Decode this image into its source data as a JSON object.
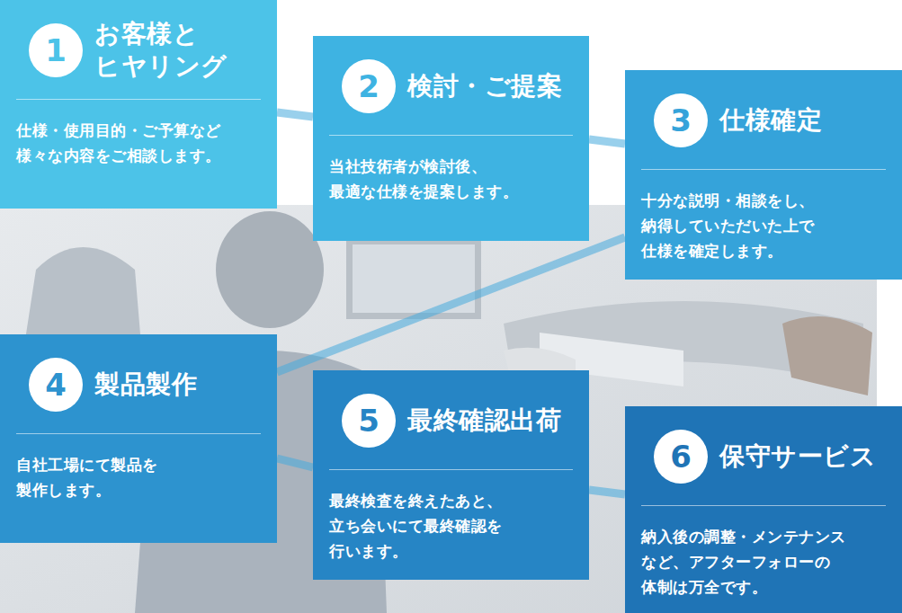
{
  "diagram": {
    "nodes": [
      {
        "text": [
          "お客様と ヒヤリング",
          "仕様・使用目的・ご予算など 様々な内容をご相談します。"
        ]
      },
      {
        "text": [
          "1"
        ],
        "in": 0
      },
      {
        "text": [
          "検討・ご提案",
          "当社技術者が検討後、 最適な仕様を提案します。"
        ]
      },
      {
        "text": [
          "2"
        ],
        "in": 2
      },
      {
        "text": [
          "仕様確定",
          "十分な説明・相談をし、 納得していただいた上で 仕様を確定します。"
        ]
      },
      {
        "text": [
          "3"
        ],
        "in": 4
      },
      {
        "text": [
          "製品製作",
          "自社工場にて製品を 製作します。"
        ]
      },
      {
        "text": [
          "4"
        ],
        "in": 6
      },
      {
        "text": [
          "最終確認出荷",
          "最終検査を終えたあと、 立ち会いにて最終確認を 行います。"
        ]
      },
      {
        "text": [
          "5"
        ],
        "in": 8
      },
      {
        "text": [
          "保守サービス",
          "納入後の調整・メンテナンス など、アフターフォローの 体制は万全です。"
        ]
      },
      {
        "text": [
          "6"
        ],
        "in": 10
      }
    ],
    "edges": [
      {
        "from": 0,
        "to": 2,
        "arrow": "none"
      },
      {
        "from": 2,
        "to": 4,
        "arrow": "none"
      },
      {
        "from": 4,
        "to": 6,
        "arrow": "none"
      },
      {
        "from": 6,
        "to": 8,
        "arrow": "none"
      },
      {
        "from": 8,
        "to": 10,
        "arrow": "none"
      }
    ]
  }
}
